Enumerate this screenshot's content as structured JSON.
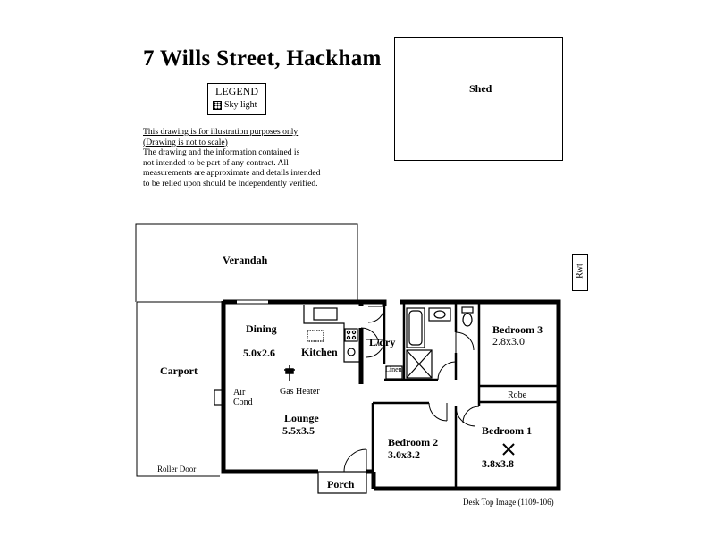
{
  "title": "7 Wills Street,  Hackham",
  "legend": {
    "title": "LEGEND",
    "item": "Sky light"
  },
  "disclaimer": {
    "line1": "This drawing is for illustration purposes only",
    "line2": "(Drawing is not to scale)",
    "line3": "The drawing and the information contained is",
    "line4": "not intended to be part of any contract.  All",
    "line5": "measurements are approximate and details intended",
    "line6": "to be relied upon should be independently verified."
  },
  "shed": "Shed",
  "rwt": "Rwt",
  "rooms": {
    "verandah": "Verandah",
    "carport": "Carport",
    "roller_door": "Roller Door",
    "dining": "Dining",
    "dining_size": "5.0x2.6",
    "kitchen": "Kitchen",
    "ldry": "L/dry",
    "linen": "Linen",
    "bedroom3": "Bedroom 3",
    "bedroom3_size": "2.8x3.0",
    "robe": "Robe",
    "air_cond": "Air",
    "air_cond2": "Cond",
    "gas_heater": "Gas Heater",
    "lounge": "Lounge",
    "lounge_size": "5.5x3.5",
    "bedroom2": "Bedroom 2",
    "bedroom2_size": "3.0x3.2",
    "bedroom1": "Bedroom 1",
    "bedroom1_size": "3.8x3.8",
    "porch": "Porch"
  },
  "footer": "Desk Top Image  (1109-106)"
}
